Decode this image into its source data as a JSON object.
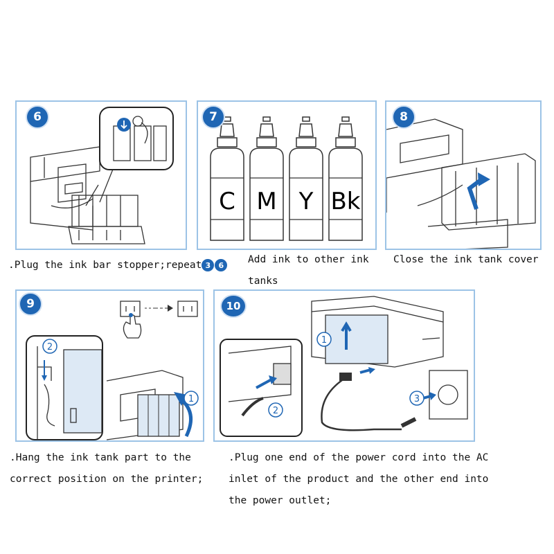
{
  "steps": [
    {
      "number": "6",
      "caption": ".Plug the ink bar stopper;repeat",
      "repeat_from": "3",
      "repeat_to": "6"
    },
    {
      "number": "7",
      "caption_lines": [
        "Add ink to other ink",
        "tanks"
      ],
      "bottle_labels": [
        "C",
        "M",
        "Y",
        "Bk"
      ]
    },
    {
      "number": "8",
      "caption": "Close the ink tank cover"
    },
    {
      "number": "9",
      "caption_lines": [
        ".Hang the ink tank part to the",
        "correct position on the printer;"
      ],
      "callouts": [
        "1",
        "2"
      ]
    },
    {
      "number": "10",
      "caption_lines": [
        ".Plug one end of the power cord into the AC",
        "inlet of the product and the other end into",
        "the power outlet;"
      ],
      "callouts": [
        "1",
        "2",
        "3"
      ]
    }
  ],
  "colors": {
    "panel_border": "#9cc3e6",
    "badge": "#1f66b4",
    "line": "#333333"
  },
  "icons": [
    "printer-illustration",
    "ink-bottle-icon",
    "arrow-icon",
    "hand-pointer-icon",
    "power-plug-icon",
    "wall-outlet-icon"
  ]
}
